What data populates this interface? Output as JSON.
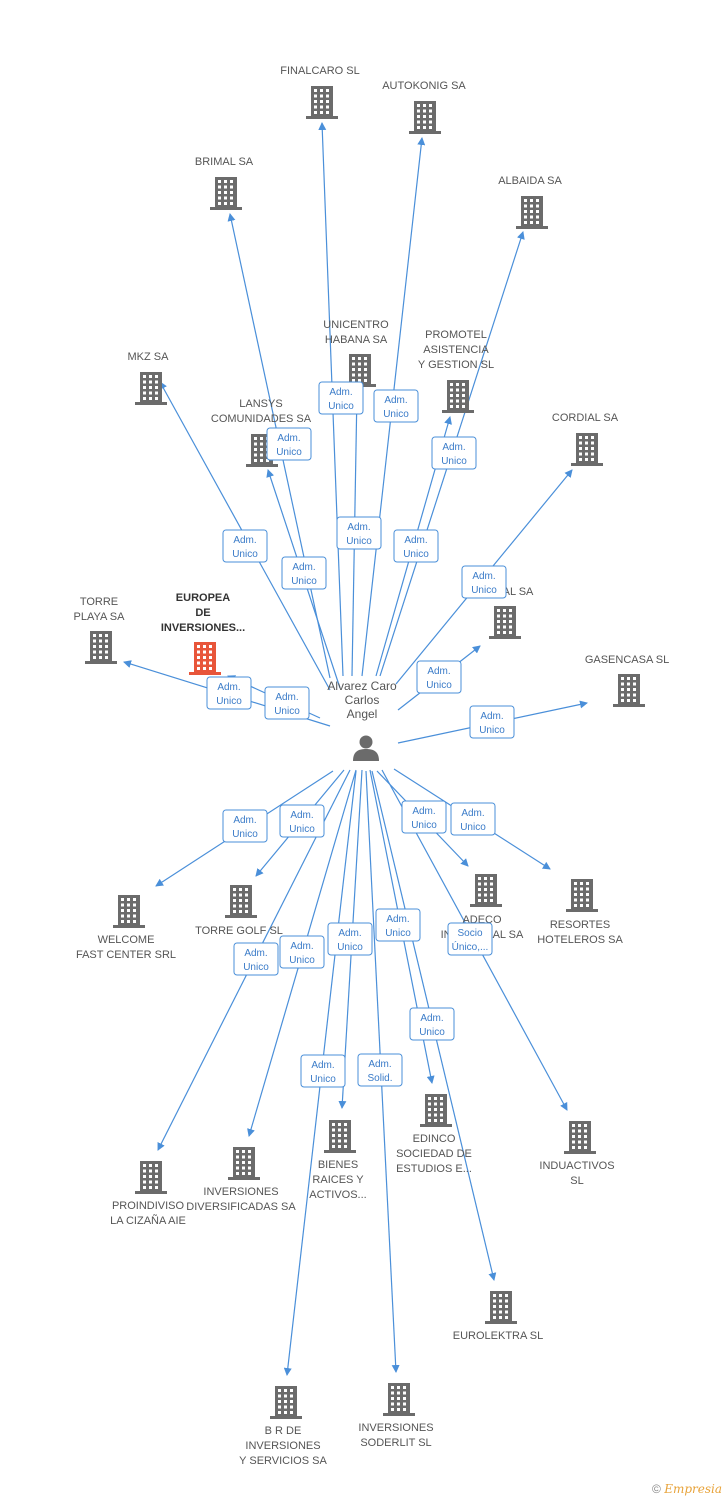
{
  "colors": {
    "edge": "#4a8fd9",
    "building": "#6b6b6b",
    "building_focus": "#e8553a",
    "person": "#6b6b6b"
  },
  "person": {
    "name_lines": [
      "Alvarez Caro",
      "Carlos",
      "Angel"
    ],
    "icon": "person-icon"
  },
  "companies": [
    {
      "id": "finalcaro",
      "lines": [
        "FINALCARO  SL"
      ],
      "edge": [
        "Adm.",
        "Unico"
      ]
    },
    {
      "id": "autokonig",
      "lines": [
        "AUTOKONIG SA"
      ],
      "edge": [
        "Adm.",
        "Unico"
      ]
    },
    {
      "id": "brimal",
      "lines": [
        "BRIMAL SA"
      ],
      "edge": [
        "Adm.",
        "Unico"
      ]
    },
    {
      "id": "albaida",
      "lines": [
        "ALBAIDA SA"
      ],
      "edge": [
        "Adm.",
        "Unico"
      ]
    },
    {
      "id": "unicentro",
      "lines": [
        "UNICENTRO",
        "HABANA SA"
      ],
      "edge": [
        "Adm.",
        "Unico"
      ]
    },
    {
      "id": "promotel",
      "lines": [
        "PROMOTEL",
        "ASISTENCIA",
        "Y GESTION SL"
      ],
      "edge": [
        "Adm.",
        "Unico"
      ]
    },
    {
      "id": "mkz",
      "lines": [
        "MKZ SA"
      ],
      "edge": [
        "Adm.",
        "Unico"
      ]
    },
    {
      "id": "lansys",
      "lines": [
        "LANSYS",
        "COMUNIDADES SA"
      ],
      "edge": [
        "Adm.",
        "Unico"
      ]
    },
    {
      "id": "cordial",
      "lines": [
        "CORDIAL SA"
      ],
      "edge": [
        "Adm.",
        "Unico"
      ]
    },
    {
      "id": "torre-playa",
      "lines": [
        "TORRE",
        "PLAYA SA"
      ],
      "edge": [
        "Adm.",
        "Unico"
      ]
    },
    {
      "id": "europea",
      "lines": [
        "EUROPEA",
        "DE",
        "INVERSIONES..."
      ],
      "edge": [
        "Adm.",
        "Unico"
      ],
      "focus": true
    },
    {
      "id": "al-sa",
      "lines": [
        "AL SA"
      ],
      "edge": [
        "Adm.",
        "Unico"
      ]
    },
    {
      "id": "gasencasa",
      "lines": [
        "GASENCASA SL"
      ],
      "edge": [
        "Adm.",
        "Unico"
      ]
    },
    {
      "id": "welcome",
      "lines": [
        "WELCOME",
        "FAST CENTER SRL"
      ],
      "edge": [
        "Adm.",
        "Unico"
      ]
    },
    {
      "id": "torre-golf",
      "lines": [
        "TORRE GOLF SL"
      ],
      "edge": [
        "Adm.",
        "Unico"
      ]
    },
    {
      "id": "adeco",
      "lines": [
        "ADECO",
        "INDUSTRIAL SA"
      ],
      "edge": [
        "Adm.",
        "Unico"
      ]
    },
    {
      "id": "resortes",
      "lines": [
        "RESORTES",
        "HOTELEROS SA"
      ],
      "edge": [
        "Adm.",
        "Unico"
      ]
    },
    {
      "id": "proindiviso",
      "lines": [
        "PROINDIVISO",
        "LA CIZAÑA AIE"
      ],
      "edge": [
        "Adm.",
        "Unico"
      ]
    },
    {
      "id": "inversiones-div",
      "lines": [
        "INVERSIONES",
        "DIVERSIFICADAS SA"
      ],
      "edge": [
        "Adm.",
        "Unico"
      ]
    },
    {
      "id": "bienes",
      "lines": [
        "BIENES",
        "RAICES Y",
        "ACTIVOS..."
      ],
      "edge": [
        "Adm.",
        "Unico"
      ]
    },
    {
      "id": "edinco",
      "lines": [
        "EDINCO",
        "SOCIEDAD DE",
        "ESTUDIOS E..."
      ],
      "edge": [
        "Adm.",
        "Unico"
      ]
    },
    {
      "id": "inductivos",
      "lines": [
        "INDUACTIVOS",
        "SL"
      ],
      "edge": [
        "Socio",
        "Único,..."
      ]
    },
    {
      "id": "eurolektra",
      "lines": [
        "EUROLEKTRA SL"
      ],
      "edge": [
        "Adm.",
        "Unico"
      ]
    },
    {
      "id": "br",
      "lines": [
        "B R DE",
        "INVERSIONES",
        "Y SERVICIOS SA"
      ],
      "edge": [
        "Adm.",
        "Unico"
      ]
    },
    {
      "id": "soderlit",
      "lines": [
        "INVERSIONES",
        "SODERLIT SL"
      ],
      "edge": [
        "Adm.",
        "Solid."
      ]
    }
  ],
  "footer": {
    "copyright": "©",
    "brand": "Empresia"
  }
}
